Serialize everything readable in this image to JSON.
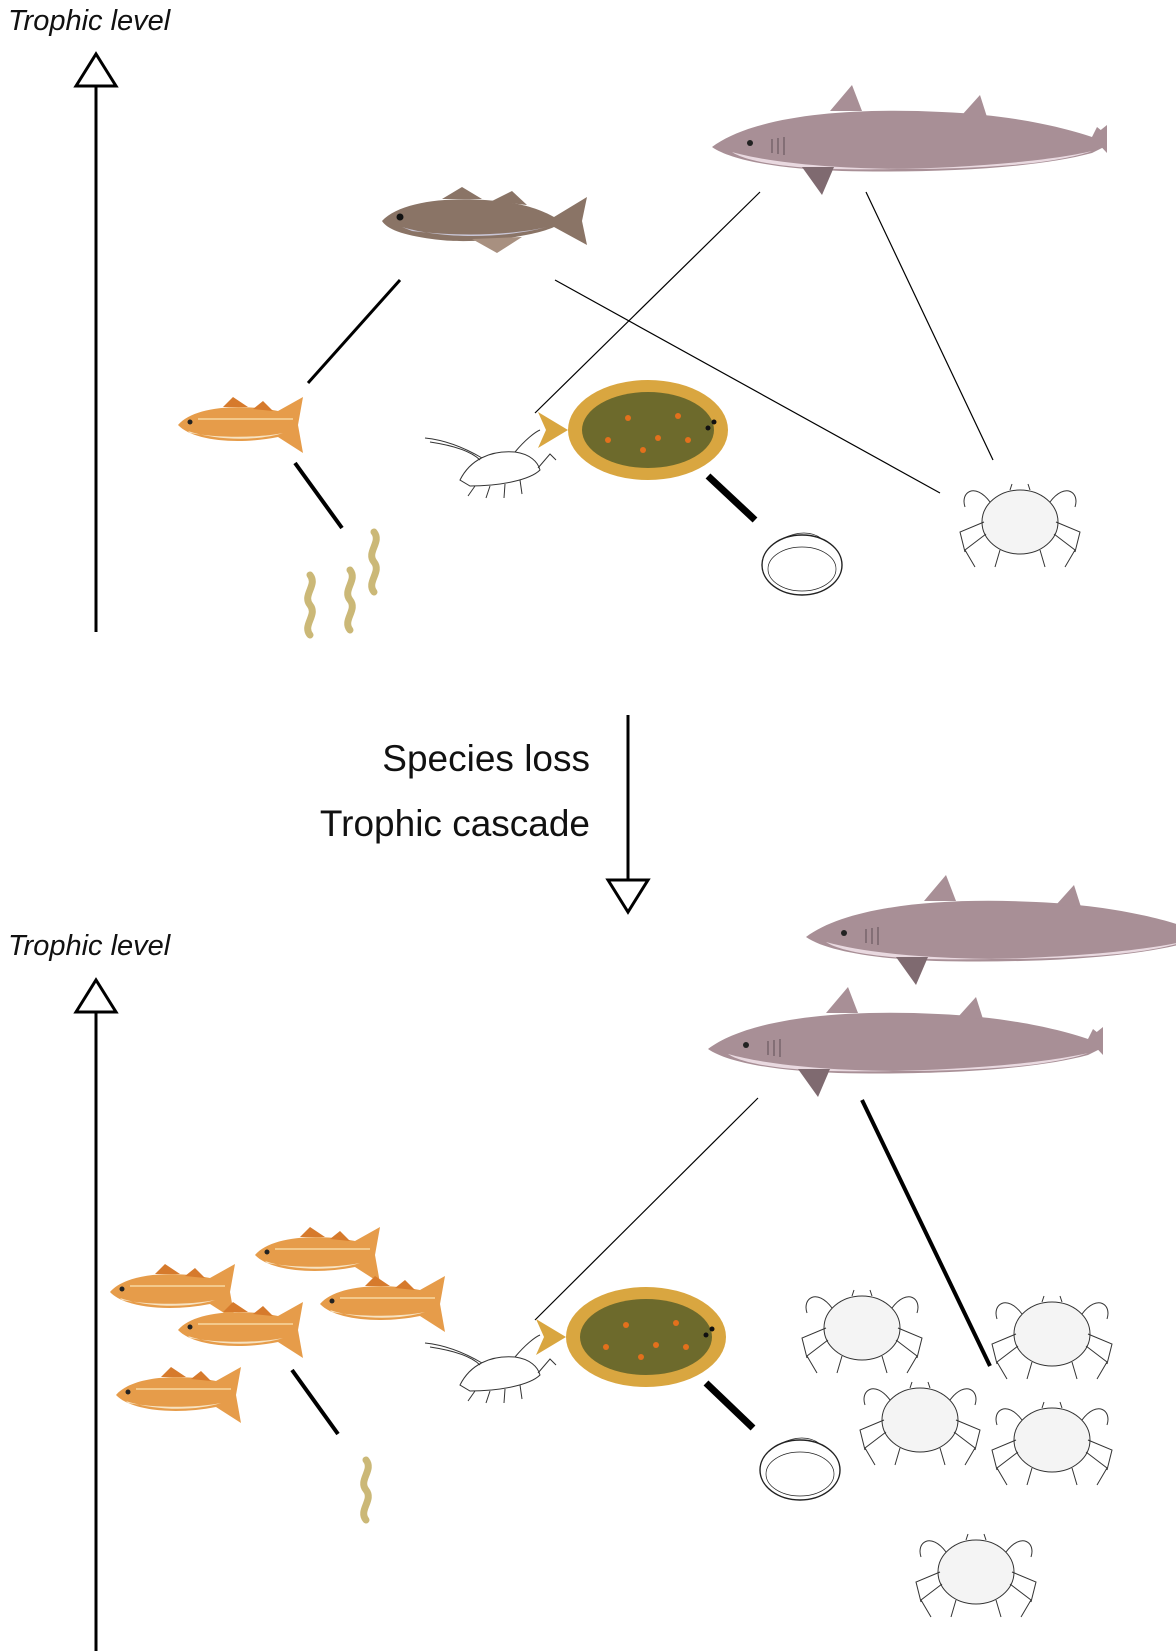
{
  "panels": [
    {
      "axis_label": "Trophic level"
    },
    {
      "axis_label": "Trophic level"
    }
  ],
  "transition": {
    "line1": "Species loss",
    "line2": "Trophic cascade"
  },
  "icons": {
    "shark": "spurdog-shark",
    "cod": "whiting-fish",
    "mullet": "red-mullet-fish",
    "plaice": "plaice-flatfish",
    "shrimp": "shrimp-outline",
    "crab": "crab-outline",
    "clam": "bivalve-outline",
    "worm": "polychaete-worm"
  },
  "colors": {
    "shark_body": "#a88f96",
    "shark_belly": "#e9d9e0",
    "cod_body": "#8a7466",
    "mullet": "#e69c4a",
    "plaice": "#6d6a2c",
    "plaice_rim": "#d9a640",
    "plaice_spots": "#e3701c",
    "worm": "#cbb877"
  }
}
